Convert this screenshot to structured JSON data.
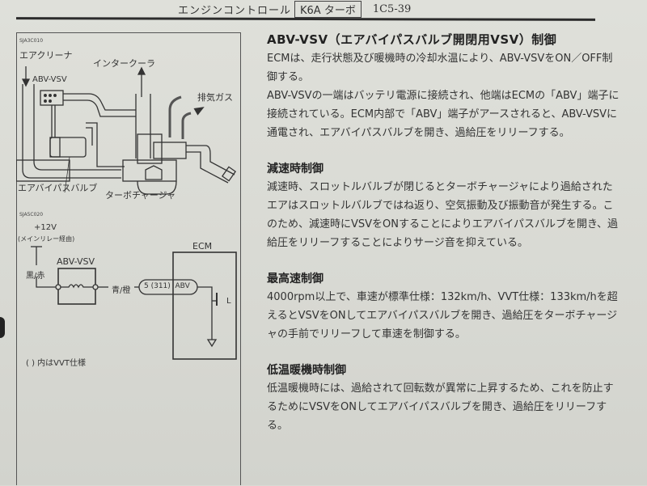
{
  "header": {
    "section": "エンジンコントロール",
    "model_box": "K6A ターボ",
    "page_number": "1C5-39"
  },
  "figure1": {
    "code": "SJA3C010",
    "labels": {
      "air_cleaner": "エアクリーナ",
      "intercooler": "インタークーラ",
      "abv_vsv": "ABV-VSV",
      "exhaust": "排気ガス",
      "air_bypass_valve": "エアバイパスバルブ",
      "turbocharger": "ターボチャージャ"
    }
  },
  "figure2": {
    "code": "SJA5C020",
    "labels": {
      "voltage": "+12V",
      "via_relay": "(メインリレー経由)",
      "wire_color_1": "黒/赤",
      "component": "ABV-VSV",
      "wire_color_2": "青/橙",
      "terminal": "5 (311)  ABV",
      "ecm": "ECM",
      "transistor_label": "L"
    },
    "note": "( ) 内はVVT仕様"
  },
  "sections": [
    {
      "title": "ABV-VSV（エアバイパスバルブ開閉用VSV）制御",
      "paragraphs": [
        "ECMは、走行状態及び暖機時の冷却水温により、ABV-VSVをON／OFF制御する。",
        "ABV-VSVの一端はバッテリ電源に接続され、他端はECMの「ABV」端子に接続されている。ECM内部で「ABV」端子がアースされると、ABV-VSVに通電され、エアバイパスバルブを開き、過給圧をリリーフする。"
      ]
    },
    {
      "title": "減速時制御",
      "paragraphs": [
        "減速時、スロットルバルブが閉じるとターボチャージャにより過給されたエアはスロットルバルブではね返り、空気振動及び振動音が発生する。このため、減速時にVSVをONすることによりエアバイパスバルブを開き、過給圧をリリーフすることによりサージ音を抑えている。"
      ]
    },
    {
      "title": "最高速制御",
      "paragraphs": [
        "4000rpm以上で、車速が標準仕様：132km/h、VVT仕様：133km/hを超えるとVSVをONしてエアバイパスバルブを開き、過給圧をターボチャージャの手前でリリーフして車速を制御する。"
      ]
    },
    {
      "title": "低温暖機時制御",
      "paragraphs": [
        "低温暖機時には、過給されて回転数が異常に上昇するため、これを防止するためにVSVをONしてエアバイパスバルブを開き、過給圧をリリーフする。"
      ]
    }
  ]
}
